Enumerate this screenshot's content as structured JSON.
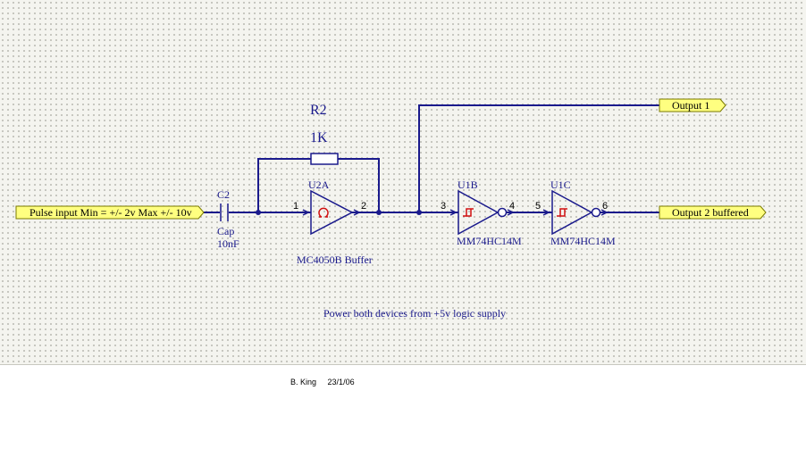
{
  "ports": {
    "input": "Pulse input Min = +/- 2v Max +/- 10v",
    "output1": "Output 1",
    "output2": "Output 2 buffered"
  },
  "capacitor": {
    "ref": "C2",
    "type": "Cap",
    "value": "10nF"
  },
  "resistor": {
    "ref": "R2",
    "value": "1K"
  },
  "buffer": {
    "ref": "U2A",
    "part": "MC4050B Buffer",
    "pin_in": "1",
    "pin_out": "2"
  },
  "inverter1": {
    "ref": "U1B",
    "part": "MM74HC14M",
    "pin_in": "3",
    "pin_out": "4"
  },
  "inverter2": {
    "ref": "U1C",
    "part": "MM74HC14M",
    "pin_in": "5",
    "pin_out": "6"
  },
  "note": "Power  both devices from +5v logic supply",
  "footer": {
    "author": "B. King",
    "date": "23/1/06"
  },
  "colors": {
    "wire": "#1a1a8c",
    "port_fill": "#ffff80",
    "symbol_red": "#d01010",
    "grid_background": "#f4f4ef"
  }
}
